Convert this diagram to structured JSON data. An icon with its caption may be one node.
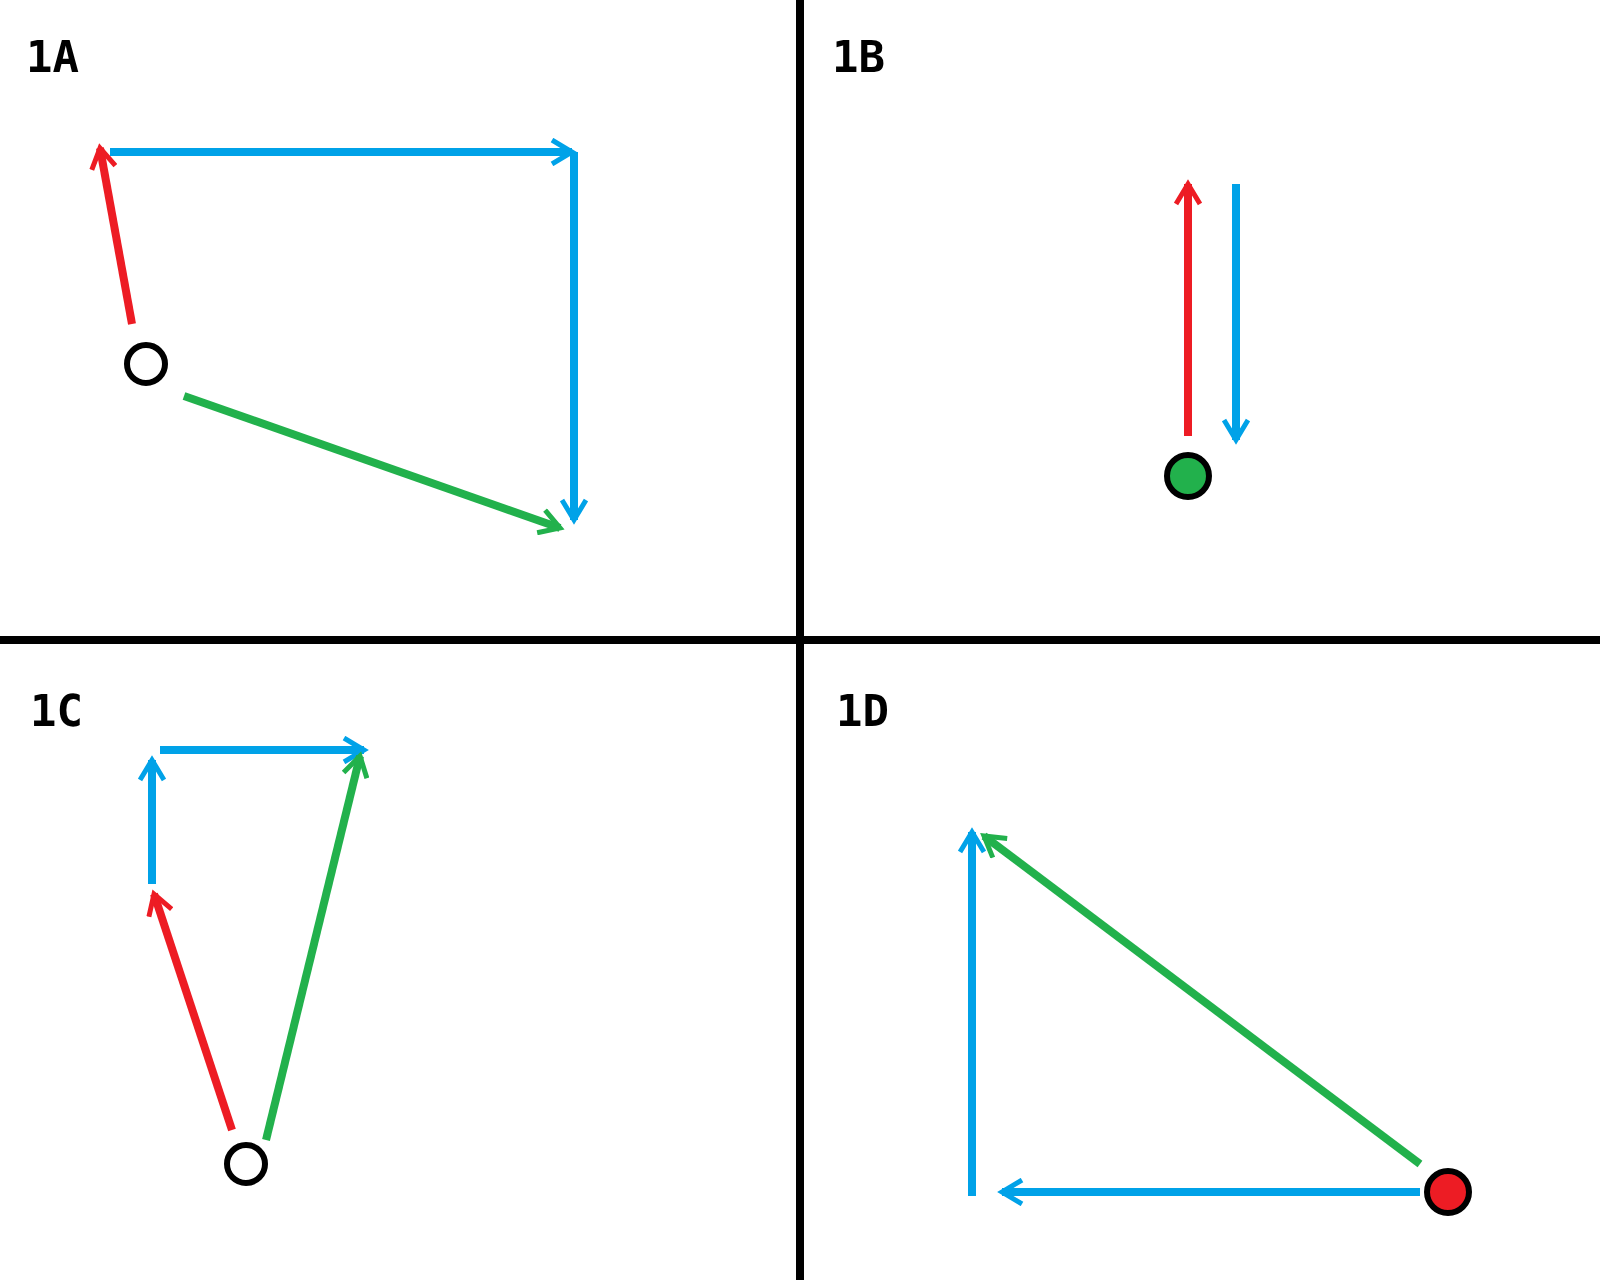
{
  "diagram": {
    "nodes": [
      {
        "text": [],
        "shape": "circle"
      },
      {
        "text": [],
        "shape": "circle"
      },
      {
        "text": [],
        "shape": "circle"
      },
      {
        "text": [],
        "shape": "circle"
      }
    ],
    "labels": [
      "1A",
      "1B",
      "1C",
      "1D"
    ]
  }
}
